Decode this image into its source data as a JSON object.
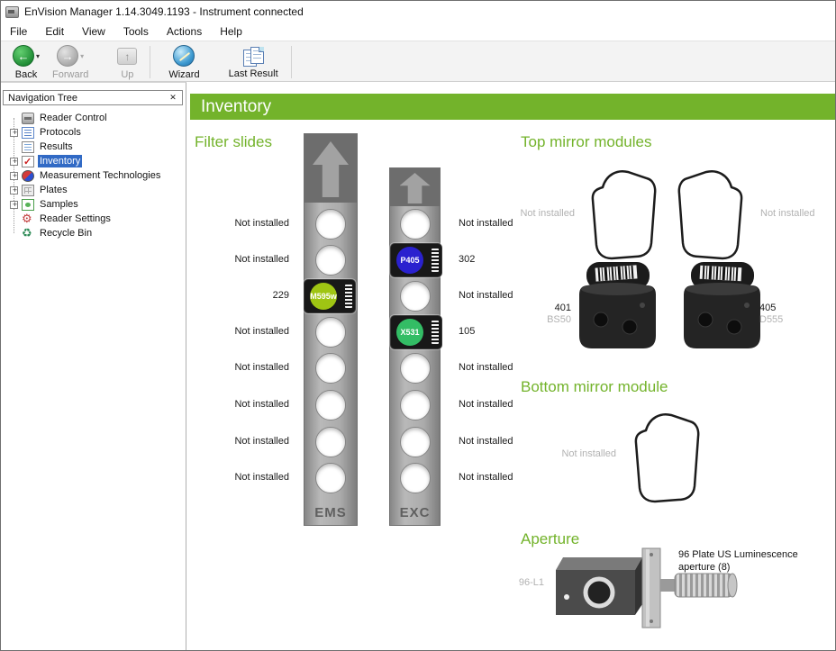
{
  "window": {
    "title": "EnVision Manager 1.14.3049.1193 - Instrument connected"
  },
  "menu": {
    "items": [
      "File",
      "Edit",
      "View",
      "Tools",
      "Actions",
      "Help"
    ]
  },
  "toolbar": {
    "back_label": "Back",
    "forward_label": "Forward",
    "up_label": "Up",
    "wizard_label": "Wizard",
    "last_result_label": "Last Result"
  },
  "nav": {
    "title": "Navigation Tree",
    "items": [
      {
        "label": "Reader Control"
      },
      {
        "label": "Protocols"
      },
      {
        "label": "Results"
      },
      {
        "label": "Inventory",
        "selected": true
      },
      {
        "label": "Measurement Technologies"
      },
      {
        "label": "Plates"
      },
      {
        "label": "Samples"
      },
      {
        "label": "Reader Settings"
      },
      {
        "label": "Recycle Bin"
      }
    ]
  },
  "main": {
    "header": "Inventory",
    "filter_slides": {
      "heading": "Filter slides",
      "ems": {
        "name": "EMS",
        "slots": [
          {
            "label": "Not installed"
          },
          {
            "label": "Not installed"
          },
          {
            "label": "229",
            "filter": "M595w",
            "filter_color": "#9fc513"
          },
          {
            "label": "Not installed"
          },
          {
            "label": "Not installed"
          },
          {
            "label": "Not installed"
          },
          {
            "label": "Not installed"
          },
          {
            "label": "Not installed"
          }
        ]
      },
      "exc": {
        "name": "EXC",
        "slots": [
          {
            "label": "Not installed"
          },
          {
            "label": "302",
            "filter": "P405",
            "filter_color": "#2a21cf"
          },
          {
            "label": "Not installed"
          },
          {
            "label": "105",
            "filter": "X531",
            "filter_color": "#33bd65"
          },
          {
            "label": "Not installed"
          },
          {
            "label": "Not installed"
          },
          {
            "label": "Not installed"
          },
          {
            "label": "Not installed"
          }
        ]
      }
    },
    "top_mirrors": {
      "heading": "Top mirror modules",
      "slot1_empty": "Not installed",
      "slot4_empty": "Not installed",
      "module_left": {
        "id": "401",
        "code": "BS50"
      },
      "module_right": {
        "id": "405",
        "code": "D555"
      }
    },
    "bottom_mirror": {
      "heading": "Bottom mirror module",
      "empty": "Not installed"
    },
    "aperture": {
      "heading": "Aperture",
      "slot_label": "96-L1",
      "description": "96 Plate US Luminescence aperture (8)"
    }
  },
  "colors": {
    "accent_green": "#73b32b",
    "selection_blue": "#316ac5"
  }
}
